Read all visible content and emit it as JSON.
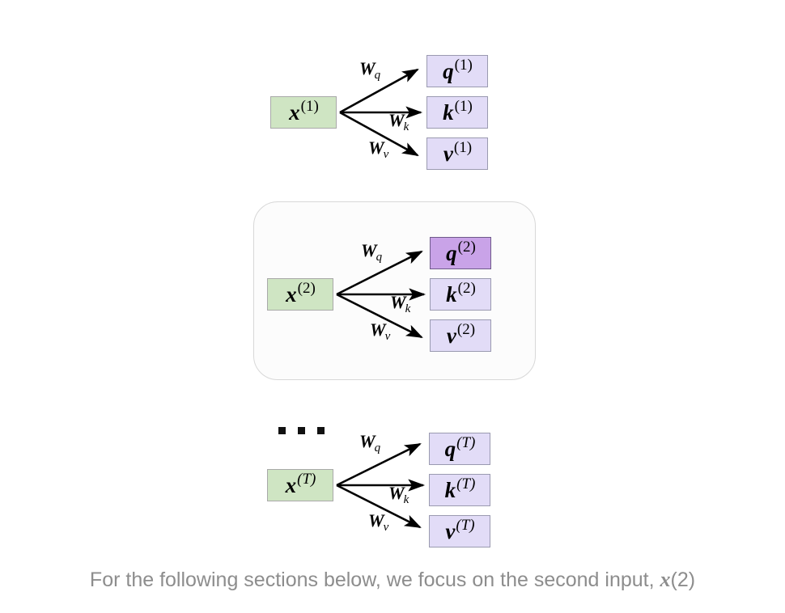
{
  "figure": {
    "background_color": "#ffffff",
    "highlight_frame": {
      "label": "second-input-highlight",
      "border_color": "#d8d8d8",
      "fill_color": "#fcfcfc"
    },
    "colors": {
      "input_box_fill": "#cfe5c3",
      "input_box_border": "#a9a9a9",
      "output_box_fill": "#e2dcf7",
      "output_box_border": "#9a9ab0",
      "highlighted_box_fill": "#c9a3e8",
      "highlighted_box_border": "#6e5a8a",
      "arrow_color": "#000000",
      "caption_color": "#8d8d8d",
      "dot_color": "#111111"
    },
    "groups": [
      {
        "id": "group-1",
        "input": {
          "base": "x",
          "superscript": "(1)"
        },
        "weights": [
          {
            "base": "W",
            "subscript": "q"
          },
          {
            "base": "W",
            "subscript": "k"
          },
          {
            "base": "W",
            "subscript": "v"
          }
        ],
        "outputs": [
          {
            "base": "q",
            "superscript": "(1)",
            "highlighted": false
          },
          {
            "base": "k",
            "superscript": "(1)",
            "highlighted": false
          },
          {
            "base": "v",
            "superscript": "(1)",
            "highlighted": false
          }
        ],
        "has_ellipsis": false,
        "in_highlight_frame": false
      },
      {
        "id": "group-2",
        "input": {
          "base": "x",
          "superscript": "(2)"
        },
        "weights": [
          {
            "base": "W",
            "subscript": "q"
          },
          {
            "base": "W",
            "subscript": "k"
          },
          {
            "base": "W",
            "subscript": "v"
          }
        ],
        "outputs": [
          {
            "base": "q",
            "superscript": "(2)",
            "highlighted": true
          },
          {
            "base": "k",
            "superscript": "(2)",
            "highlighted": false
          },
          {
            "base": "v",
            "superscript": "(2)",
            "highlighted": false
          }
        ],
        "has_ellipsis": false,
        "in_highlight_frame": true
      },
      {
        "id": "group-T",
        "input": {
          "base": "x",
          "superscript": "(T)"
        },
        "weights": [
          {
            "base": "W",
            "subscript": "q"
          },
          {
            "base": "W",
            "subscript": "k"
          },
          {
            "base": "W",
            "subscript": "v"
          }
        ],
        "outputs": [
          {
            "base": "q",
            "superscript": "(T)",
            "highlighted": false
          },
          {
            "base": "k",
            "superscript": "(T)",
            "highlighted": false
          },
          {
            "base": "v",
            "superscript": "(T)",
            "highlighted": false
          }
        ],
        "has_ellipsis": true,
        "in_highlight_frame": false
      }
    ],
    "caption": {
      "text_before": "For the following sections below, we focus on the second input, ",
      "variable": "x",
      "index": "(2)"
    }
  }
}
